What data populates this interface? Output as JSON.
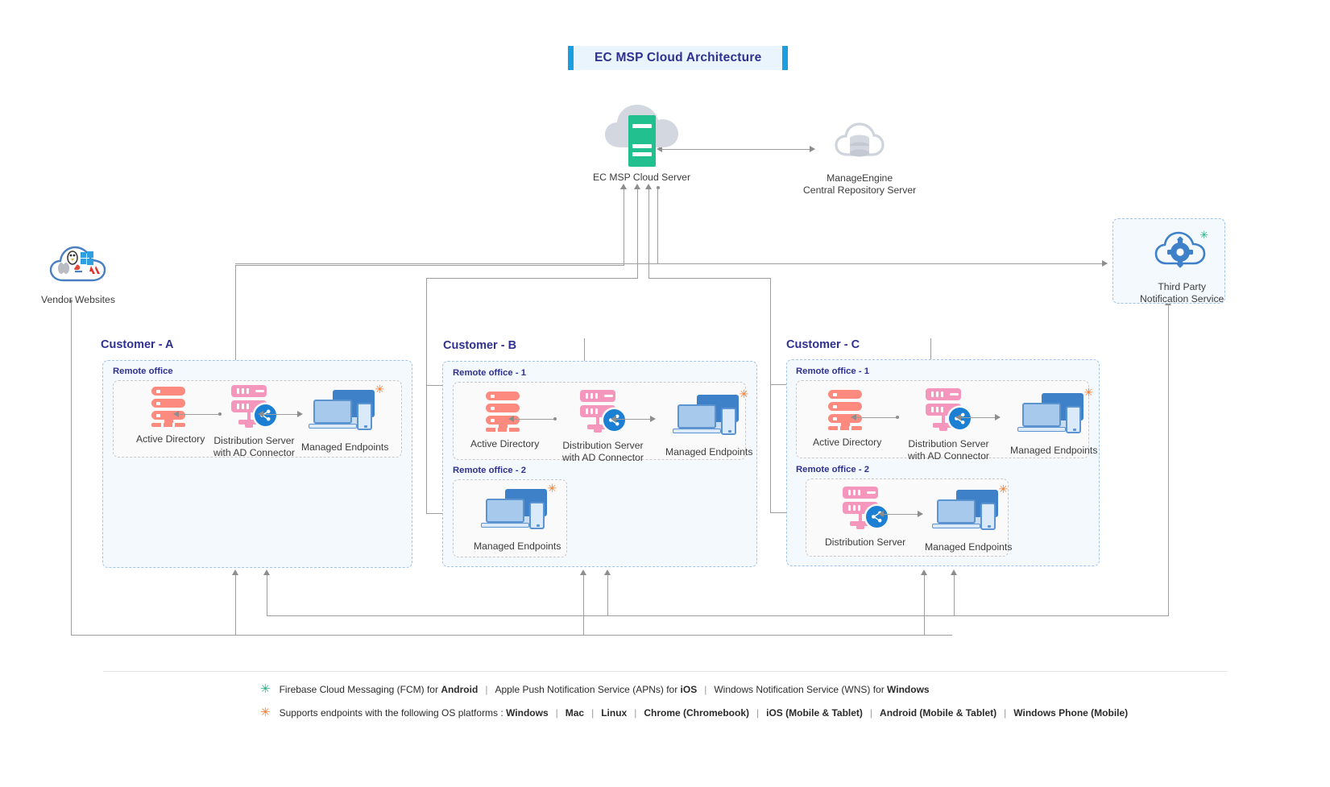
{
  "header": {
    "title": "EC MSP Cloud Architecture"
  },
  "nodes": {
    "cloud_server": {
      "label": "EC MSP Cloud Server",
      "icon": "cloud-server-icon",
      "color": "#22c08f"
    },
    "repository": {
      "label_line1": "ManageEngine",
      "label_line2": "Central Repository Server",
      "icon": "repository-cloud-icon"
    },
    "vendor": {
      "label": "Vendor Websites",
      "icon": "vendor-cloud-icon"
    },
    "third_party": {
      "label_line1": "Third Party",
      "label_line2": "Notification Service",
      "icon": "cloud-gear-icon",
      "badge": "green-asterisk"
    }
  },
  "customers": [
    {
      "name": "Customer - A",
      "offices": [
        {
          "title": "Remote office",
          "items": [
            {
              "label": "Active Directory",
              "icon": "ad-server-icon"
            },
            {
              "label": "Distribution Server\nwith AD Connector",
              "label_line1": "Distribution Server",
              "label_line2": "with AD Connector",
              "icon": "distribution-server-icon"
            },
            {
              "label": "Managed Endpoints",
              "icon": "managed-endpoints-icon",
              "badge": "orange-asterisk"
            }
          ]
        }
      ]
    },
    {
      "name": "Customer - B",
      "offices": [
        {
          "title": "Remote office - 1",
          "items": [
            {
              "label": "Active Directory",
              "icon": "ad-server-icon"
            },
            {
              "label_line1": "Distribution Server",
              "label_line2": "with AD Connector",
              "icon": "distribution-server-icon"
            },
            {
              "label": "Managed Endpoints",
              "icon": "managed-endpoints-icon",
              "badge": "orange-asterisk"
            }
          ]
        },
        {
          "title": "Remote office - 2",
          "items": [
            {
              "label": "Managed Endpoints",
              "icon": "managed-endpoints-icon",
              "badge": "orange-asterisk"
            }
          ]
        }
      ]
    },
    {
      "name": "Customer - C",
      "offices": [
        {
          "title": "Remote office - 1",
          "items": [
            {
              "label": "Active Directory",
              "icon": "ad-server-icon"
            },
            {
              "label_line1": "Distribution Server",
              "label_line2": "with AD Connector",
              "icon": "distribution-server-icon"
            },
            {
              "label": "Managed Endpoints",
              "icon": "managed-endpoints-icon",
              "badge": "orange-asterisk"
            }
          ]
        },
        {
          "title": "Remote office - 2",
          "items": [
            {
              "label": "Distribution Server",
              "icon": "distribution-server-icon"
            },
            {
              "label": "Managed Endpoints",
              "icon": "managed-endpoints-icon",
              "badge": "orange-asterisk"
            }
          ]
        }
      ]
    }
  ],
  "legend": [
    {
      "marker": "green-asterisk",
      "parts": [
        {
          "text": "Firebase Cloud Messaging (FCM) for ",
          "bold": false
        },
        {
          "text": "Android",
          "bold": true
        },
        {
          "text": "|",
          "sep": true
        },
        {
          "text": "Apple Push Notification Service (APNs) for ",
          "bold": false
        },
        {
          "text": "iOS",
          "bold": true
        },
        {
          "text": "|",
          "sep": true
        },
        {
          "text": "Windows Notification Service (WNS) for ",
          "bold": false
        },
        {
          "text": "Windows",
          "bold": true
        }
      ]
    },
    {
      "marker": "orange-asterisk",
      "parts": [
        {
          "text": "Supports endpoints with the following OS platforms : ",
          "bold": false
        },
        {
          "text": "Windows",
          "bold": true
        },
        {
          "text": "|",
          "sep": true
        },
        {
          "text": "Mac",
          "bold": true
        },
        {
          "text": "|",
          "sep": true
        },
        {
          "text": "Linux",
          "bold": true
        },
        {
          "text": "|",
          "sep": true
        },
        {
          "text": "Chrome (Chromebook)",
          "bold": true
        },
        {
          "text": "|",
          "sep": true
        },
        {
          "text": "iOS (Mobile & Tablet)",
          "bold": true
        },
        {
          "text": "|",
          "sep": true
        },
        {
          "text": "Android (Mobile & Tablet)",
          "bold": true
        },
        {
          "text": "|",
          "sep": true
        },
        {
          "text": "Windows Phone (Mobile)",
          "bold": true
        }
      ]
    }
  ],
  "colors": {
    "accent_blue": "#1a9ee0",
    "title_text": "#2f3192",
    "cloud_server_green": "#22c08f",
    "ad_server_salmon": "#fc8a7f",
    "distribution_pink": "#f596bc",
    "endpoint_blue": "#3e81c8",
    "group_border": "#9fc4e8",
    "group_fill": "#f4f9fe",
    "connector": "#9e9e9e"
  }
}
